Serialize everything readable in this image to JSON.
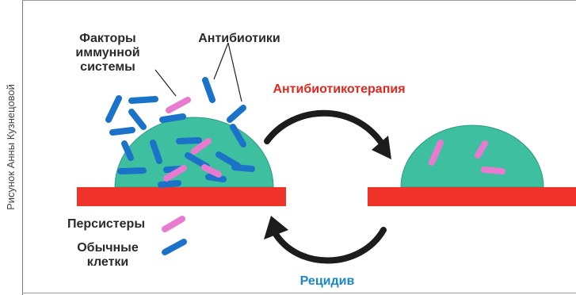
{
  "credit": "Рисунок Анны Кузнецовой",
  "labels": {
    "immune_line1": "Факторы",
    "immune_line2": "иммунной",
    "immune_line3": "системы",
    "antibiotics": "Антибиотики",
    "therapy": "Антибиотикотерапия",
    "persisters": "Персистеры",
    "normal_line1": "Обычные",
    "normal_line2": "клетки",
    "relapse": "Рецидив"
  },
  "colors": {
    "surface": "#f0332a",
    "biofilm": "#3ebfa0",
    "normal_cell": "#1a72c9",
    "persister": "#e87bd0",
    "arrow": "#1c1c1c",
    "therapy_text": "#e2261c",
    "relapse_text": "#1b86c9"
  }
}
